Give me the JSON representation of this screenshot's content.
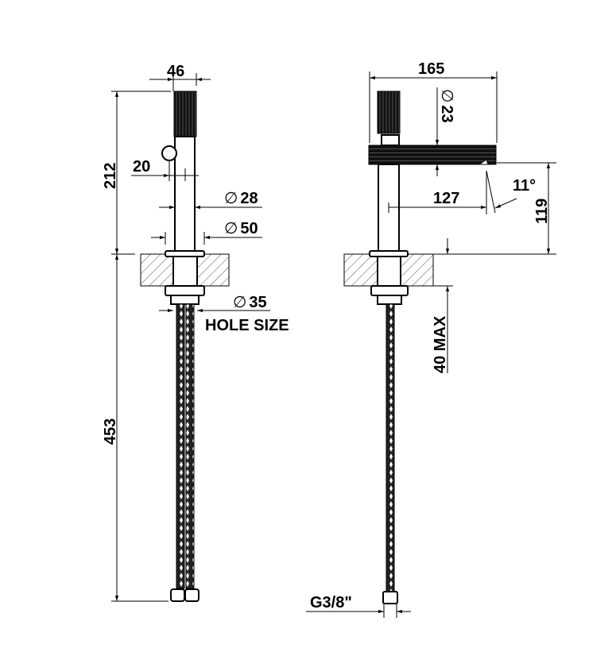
{
  "title": "Faucet dimensional drawing",
  "front_view": {
    "width_top": "46",
    "height_above_deck": "212",
    "knob_offset": "20",
    "body_diameter": "28",
    "base_diameter": "50",
    "hole_diameter": "35",
    "hole_label": "HOLE SIZE",
    "hose_length": "453",
    "diameter_symbol": "∅"
  },
  "side_view": {
    "overall_depth": "165",
    "spout_diameter": "23",
    "spout_reach": "127",
    "spout_angle": "11°",
    "spout_height": "119",
    "deck_thickness": "40 MAX",
    "connection": "G3/8\""
  },
  "colors": {
    "line": "#000000",
    "hatch": "#555555"
  }
}
